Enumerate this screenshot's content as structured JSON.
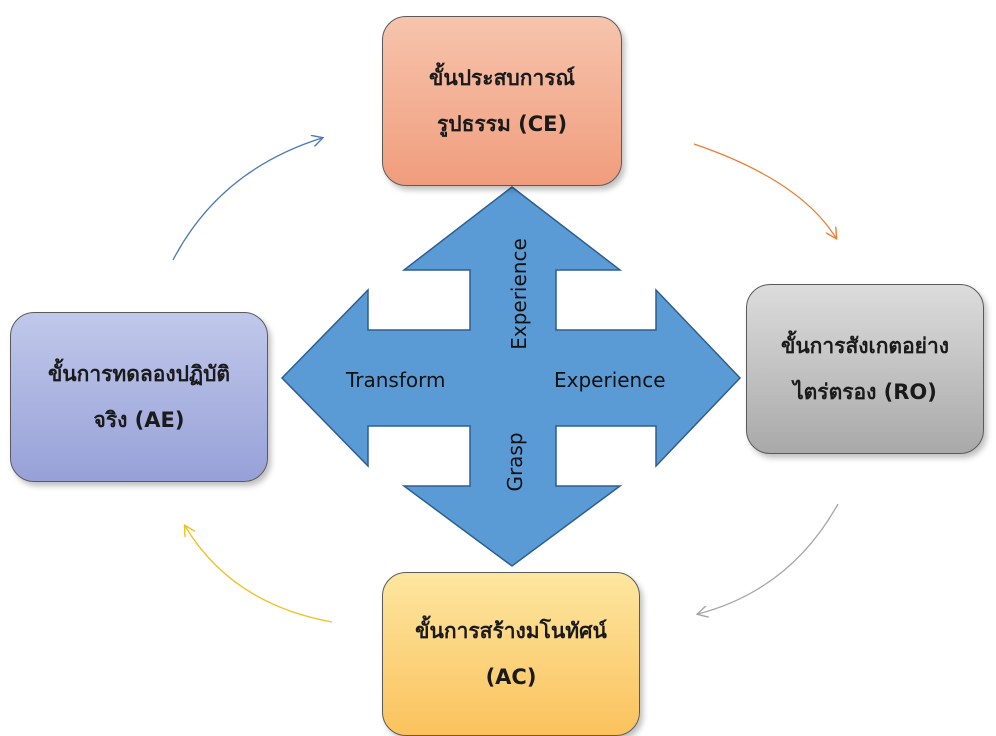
{
  "stages": {
    "ce": [
      "ขั้นประสบการณ์",
      "รูปธรรม (CE)"
    ],
    "ro": [
      "ขั้นการสังเกตอย่าง",
      "ไตร่ตรอง (RO)"
    ],
    "ac": [
      "ขั้นการสร้างมโนทัศน์",
      "(AC)"
    ],
    "ae": [
      "ขั้นการทดลองปฏิบัติ",
      "จริง (AE)"
    ]
  },
  "cross_arrow": {
    "top": "Experience",
    "bottom": "Grasp",
    "left": "Transform",
    "right": "Experience",
    "fill_color": "#5b9bd5"
  },
  "cycle_arrows": {
    "ae_to_ce_color": "#4a78b8",
    "ce_to_ro_color": "#ed7d31",
    "ro_to_ac_color": "#a5a5a5",
    "ac_to_ae_color": "#f0c020"
  }
}
